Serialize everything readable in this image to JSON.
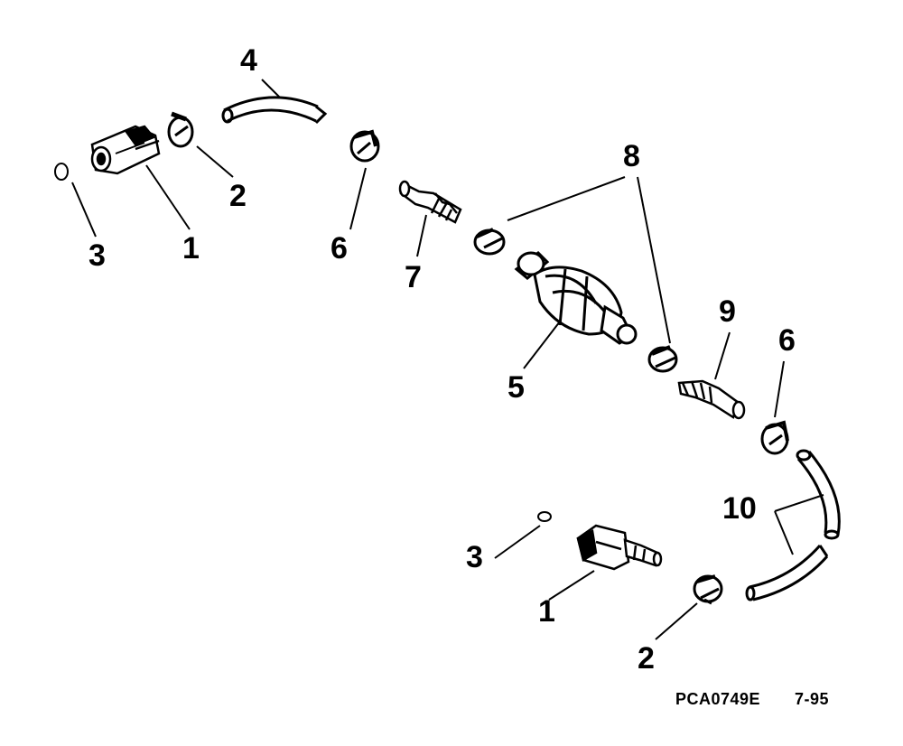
{
  "callouts": {
    "c3_top": "3",
    "c1_top": "1",
    "c2_top": "2",
    "c4": "4",
    "c6_top": "6",
    "c7": "7",
    "c8": "8",
    "c5": "5",
    "c9": "9",
    "c6_bottom": "6",
    "c10": "10",
    "c3_bottom": "3",
    "c1_bottom": "1",
    "c2_bottom": "2"
  },
  "caption": {
    "code": "PCA0749E",
    "date": "7-95"
  },
  "colors": {
    "ink": "#000000",
    "paper": "#ffffff"
  }
}
